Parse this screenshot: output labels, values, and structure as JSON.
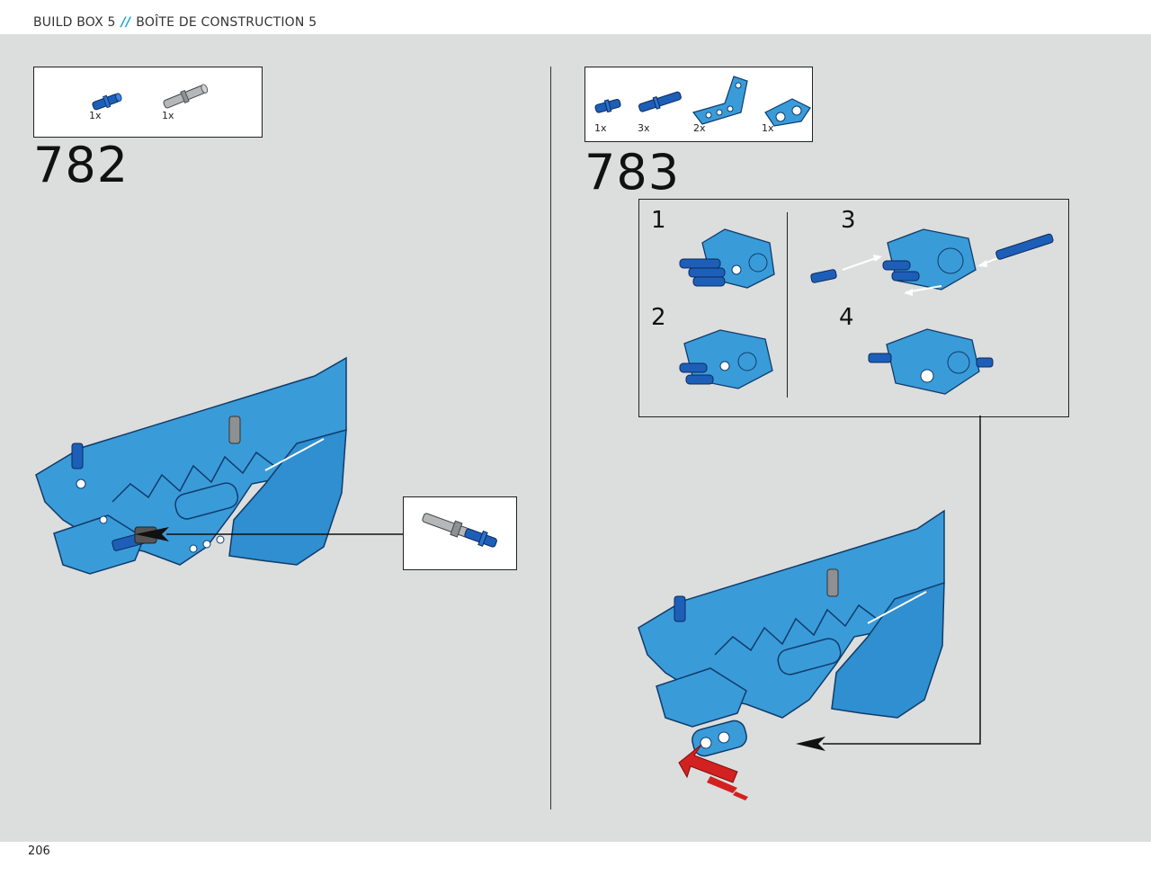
{
  "header": {
    "left_text": "BUILD BOX 5",
    "separator": "//",
    "right_text": "BOÎTE DE CONSTRUCTION 5"
  },
  "footer": {
    "page_number": "206"
  },
  "step_782": {
    "number": "782",
    "parts": [
      {
        "qty": "1x",
        "icon": "blue-pin-icon"
      },
      {
        "qty": "1x",
        "icon": "grey-axle-pin-icon"
      }
    ],
    "callout_icon": "axle-pin-with-blue-end-icon"
  },
  "step_783": {
    "number": "783",
    "parts": [
      {
        "qty": "1x",
        "icon": "blue-short-pin-icon"
      },
      {
        "qty": "3x",
        "icon": "blue-long-pin-icon"
      },
      {
        "qty": "2x",
        "icon": "blue-angled-beam-icon"
      },
      {
        "qty": "1x",
        "icon": "blue-connector-icon"
      }
    ],
    "substeps": [
      "1",
      "2",
      "3",
      "4"
    ]
  },
  "colors": {
    "page_bg": "#dcdddd",
    "lego_blue": "#3a9bd9",
    "lego_dark_blue": "#1d5fb8",
    "arrow_red": "#d32020",
    "accent": "#1aa0e0"
  }
}
